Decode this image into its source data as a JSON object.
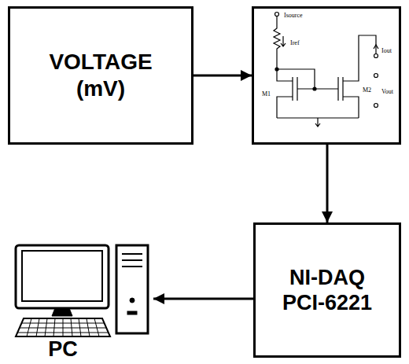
{
  "diagram": {
    "nodes": [
      {
        "text": [
          "VOLTAGE (mV)"
        ]
      },
      {
        "text": [
          "Isource",
          "Iref",
          "M1",
          "M2",
          "Iout",
          "Vout"
        ]
      },
      {
        "text": [
          "NI-DAQ PCI-6221"
        ]
      },
      {
        "text": [
          "PC"
        ]
      }
    ],
    "edges": [
      {
        "from": 0,
        "to": 1,
        "arrow": "to"
      },
      {
        "from": 1,
        "to": 2,
        "arrow": "to"
      },
      {
        "from": 2,
        "to": 3,
        "arrow": "to"
      }
    ]
  }
}
